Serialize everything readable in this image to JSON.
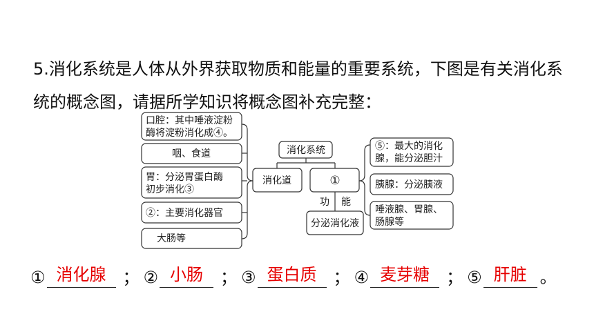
{
  "question": {
    "text": "5.消化系统是人体从外界获取物质和能量的重要系统，下图是有关消化系统的概念图，请据所学知识将概念图补充完整："
  },
  "concept_map": {
    "root": "消化系统",
    "left_branch": "消化道",
    "right_branch": "①",
    "left_items": [
      [
        "口腔：其中唾液淀粉",
        "酶将淀粉消化成④。"
      ],
      [
        "咽、食道"
      ],
      [
        "胃：分泌胃蛋白酶",
        "初步消化③"
      ],
      [
        "②：主要消化器官"
      ],
      [
        "大肠等"
      ]
    ],
    "right_items": [
      [
        "⑤：最大的消化",
        "腺，能分泌胆汁"
      ],
      [
        "胰腺：分泌胰液"
      ],
      [
        "唾液腺、胃腺、",
        "肠腺等"
      ]
    ],
    "function_label_1": "功",
    "function_label_2": "能",
    "function_target": "分泌消化液"
  },
  "answers": {
    "items": [
      {
        "num": "①",
        "answer": "消化腺",
        "sep": "；"
      },
      {
        "num": "②",
        "answer": "小肠",
        "sep": "；"
      },
      {
        "num": "③",
        "answer": "蛋白质",
        "sep": "；"
      },
      {
        "num": "④",
        "answer": "麦芽糖",
        "sep": "；"
      },
      {
        "num": "⑤",
        "answer": "肝脏",
        "sep": "。"
      }
    ],
    "answer_color": "#e60000"
  }
}
